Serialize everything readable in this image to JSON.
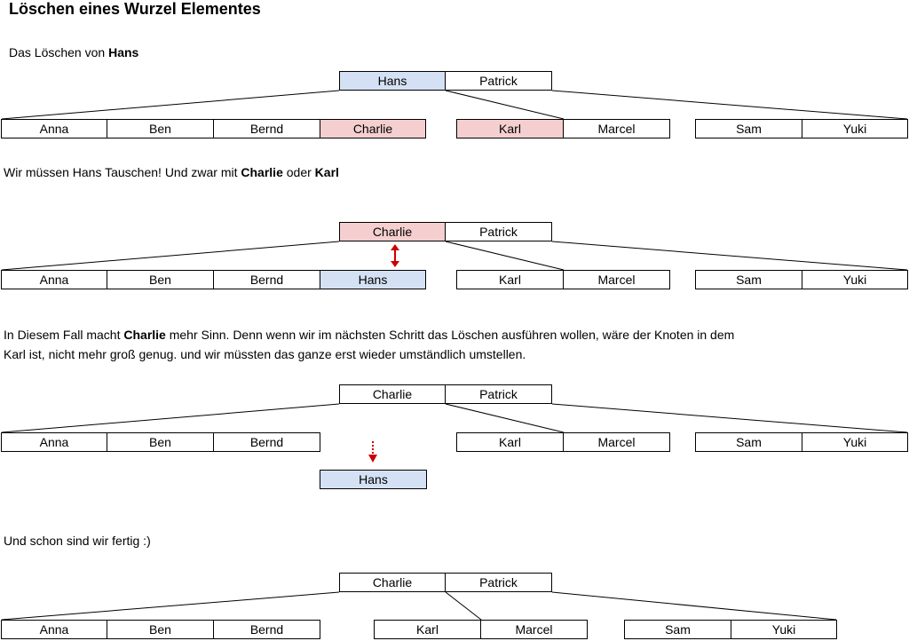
{
  "title": "Löschen eines Wurzel Elementes",
  "step1": {
    "prefix": "Das Löschen von ",
    "bold": "Hans",
    "root": [
      "Hans",
      "Patrick"
    ],
    "leaves": [
      "Anna",
      "Ben",
      "Bernd",
      "Charlie",
      "Karl",
      "Marcel",
      "Sam",
      "Yuki"
    ]
  },
  "step2": {
    "prefix": "Wir müssen Hans Tauschen! Und zwar mit ",
    "bold1": "Charlie",
    "middle": " oder ",
    "bold2": "Karl",
    "root": [
      "Charlie",
      "Patrick"
    ],
    "leaves": [
      "Anna",
      "Ben",
      "Bernd",
      "Hans",
      "Karl",
      "Marcel",
      "Sam",
      "Yuki"
    ]
  },
  "step3": {
    "prefix": "In Diesem Fall macht ",
    "bold": "Charlie",
    "line1_suffix": " mehr Sinn. Denn wenn wir im nächsten Schritt das Löschen ausführen wollen, wäre der Knoten in dem",
    "line2": "Karl ist, nicht mehr groß genug. und wir müssten das ganze erst wieder umständlich umstellen.",
    "root": [
      "Charlie",
      "Patrick"
    ],
    "leaves": [
      "Anna",
      "Ben",
      "Bernd",
      "Karl",
      "Marcel",
      "Sam",
      "Yuki"
    ],
    "removed": "Hans"
  },
  "step4": {
    "text": "Und schon sind wir fertig :)",
    "root": [
      "Charlie",
      "Patrick"
    ],
    "leaves": [
      "Anna",
      "Ben",
      "Bernd",
      "Karl",
      "Marcel",
      "Sam",
      "Yuki"
    ]
  },
  "colors": {
    "highlight_blue": "#d4e1f4",
    "highlight_red": "#f5cfcf",
    "arrow_red": "#cc0000"
  }
}
